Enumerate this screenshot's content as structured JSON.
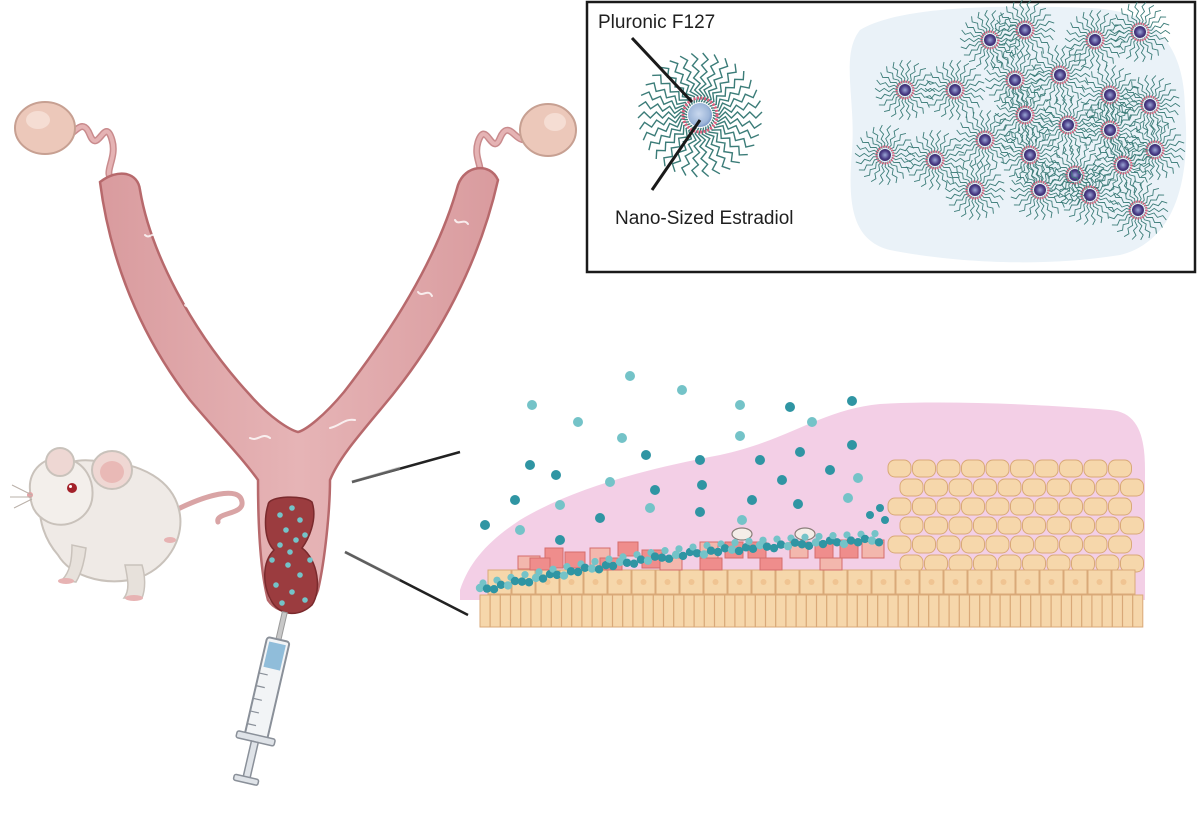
{
  "inset": {
    "label_polymer": "Pluronic F127",
    "label_drug": "Nano-Sized Estradiol"
  },
  "colors": {
    "uterus_fill": "#e0a9ab",
    "uterus_stroke": "#b7696c",
    "ovary": "#ecc8ba",
    "cervix_fill": "#9b3c3f",
    "nanoparticle": "#2f95a3",
    "nanoparticle_light": "#74c3c8",
    "mucus": "#f3cfe6",
    "epithelium": "#f6d7ab",
    "epithelium_stroke": "#d9a978",
    "proliferating_cell": "#ef8d8c",
    "micelle_corona": "#3b7c78",
    "micelle_core": "#4a3c86",
    "micelle_ring": "#e0607e",
    "gel_background": "#e7f0f7",
    "mouse_body": "#efeae6"
  },
  "icons": {
    "mouse": "mouse-illustration",
    "syringe": "syringe-icon",
    "uterus": "uterus-illustration",
    "micelle": "micelle-icon"
  }
}
